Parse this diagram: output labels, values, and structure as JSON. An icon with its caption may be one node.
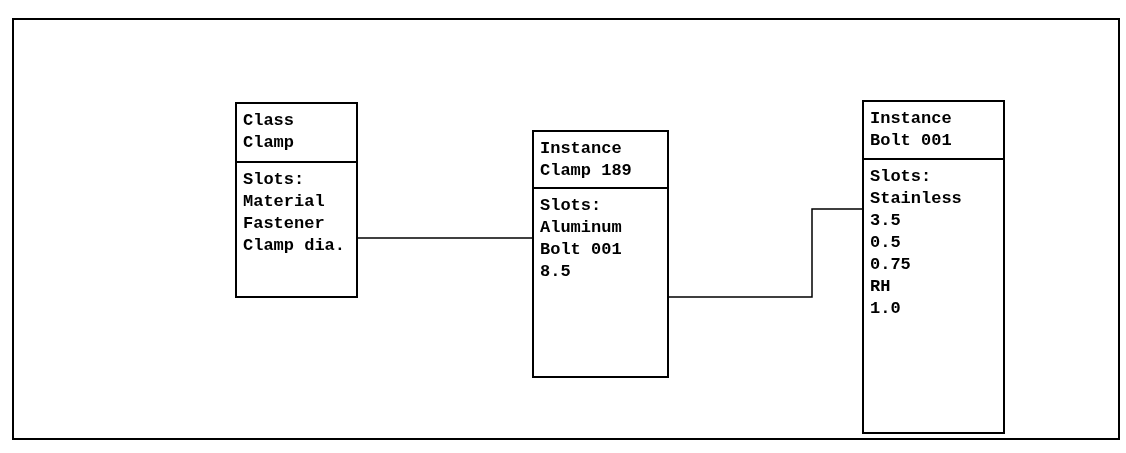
{
  "diagram": {
    "nodes": [
      {
        "text": [
          "Class",
          "Clamp",
          "Slots:",
          "Material",
          "Fastener",
          "Clamp dia."
        ]
      },
      {
        "text": [
          "Instance",
          "Clamp 189",
          "Slots:",
          "Aluminum",
          "Bolt 001",
          "8.5"
        ]
      },
      {
        "text": [
          "Instance",
          "Bolt 001",
          "Slots:",
          "Stainless",
          "3.5",
          "0.5",
          "0.75",
          "RH",
          "1.0"
        ]
      }
    ],
    "edges": [
      {
        "from": 0,
        "to": 1,
        "arrow": "none"
      },
      {
        "from": 1,
        "to": 2,
        "arrow": "none"
      }
    ]
  }
}
